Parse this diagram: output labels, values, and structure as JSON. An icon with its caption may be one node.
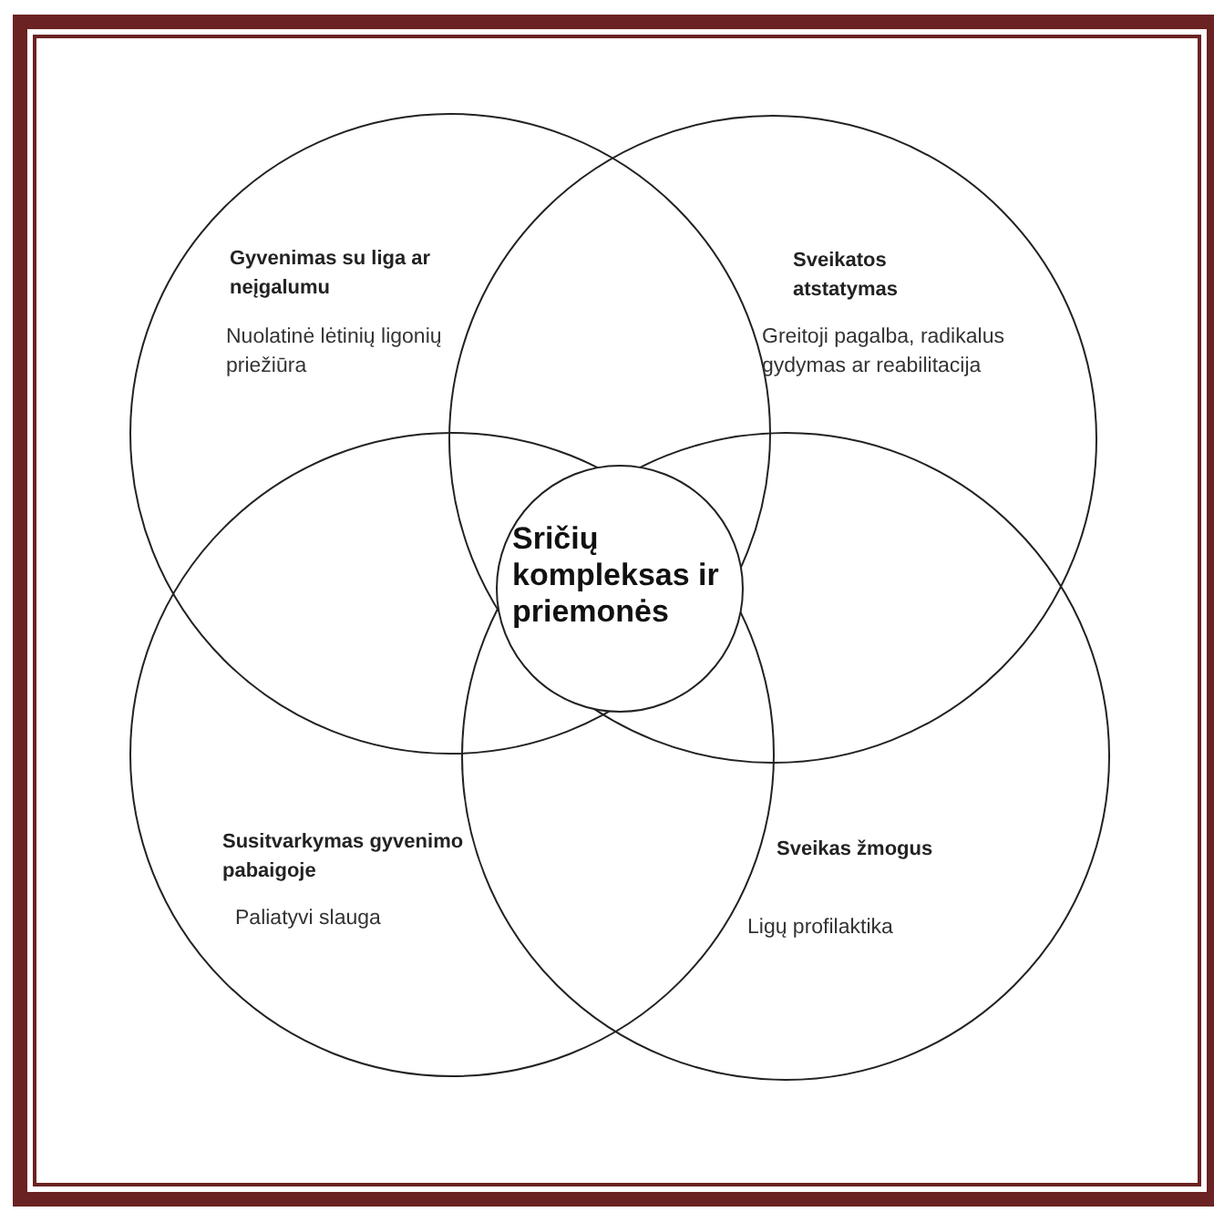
{
  "diagram": {
    "nodes": [
      {
        "text": [
          "Gyvenimas su liga ar neįgalumu",
          "Nuolatinė lėtinių ligonių priežiūra"
        ]
      },
      {
        "text": [
          "Sveikatos atstatymas",
          "Greitoji pagalba, radikalus gydymas ar reabilitacija"
        ]
      },
      {
        "text": [
          "Sričių kompleksas ir priemonės"
        ]
      },
      {
        "text": [
          "Susitvarkymas gyvenimo pabaigoje",
          "Paliatyvi slauga"
        ]
      },
      {
        "text": [
          "Sveikas žmogus",
          "Ligų profilaktika"
        ]
      }
    ]
  }
}
